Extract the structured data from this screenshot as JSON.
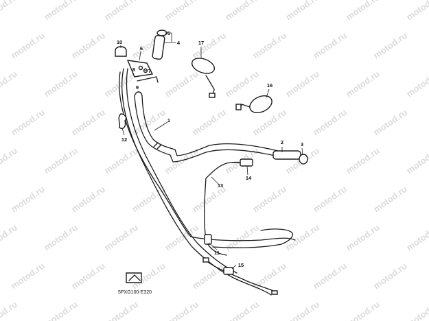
{
  "watermark": "motod.ru",
  "drawing_code": "5PXG100-E320",
  "callouts": [
    {
      "id": "1",
      "label": "1"
    },
    {
      "id": "2",
      "label": "2"
    },
    {
      "id": "3",
      "label": "3"
    },
    {
      "id": "4",
      "label": "4"
    },
    {
      "id": "5",
      "label": "5"
    },
    {
      "id": "6",
      "label": "6"
    },
    {
      "id": "7",
      "label": "7"
    },
    {
      "id": "8",
      "label": "8"
    },
    {
      "id": "9",
      "label": "9"
    },
    {
      "id": "10",
      "label": "10"
    },
    {
      "id": "11",
      "label": "11"
    },
    {
      "id": "12",
      "label": "12"
    },
    {
      "id": "13",
      "label": "13"
    },
    {
      "id": "14",
      "label": "14"
    },
    {
      "id": "15",
      "label": "15"
    },
    {
      "id": "16",
      "label": "16"
    },
    {
      "id": "17",
      "label": "17"
    }
  ]
}
